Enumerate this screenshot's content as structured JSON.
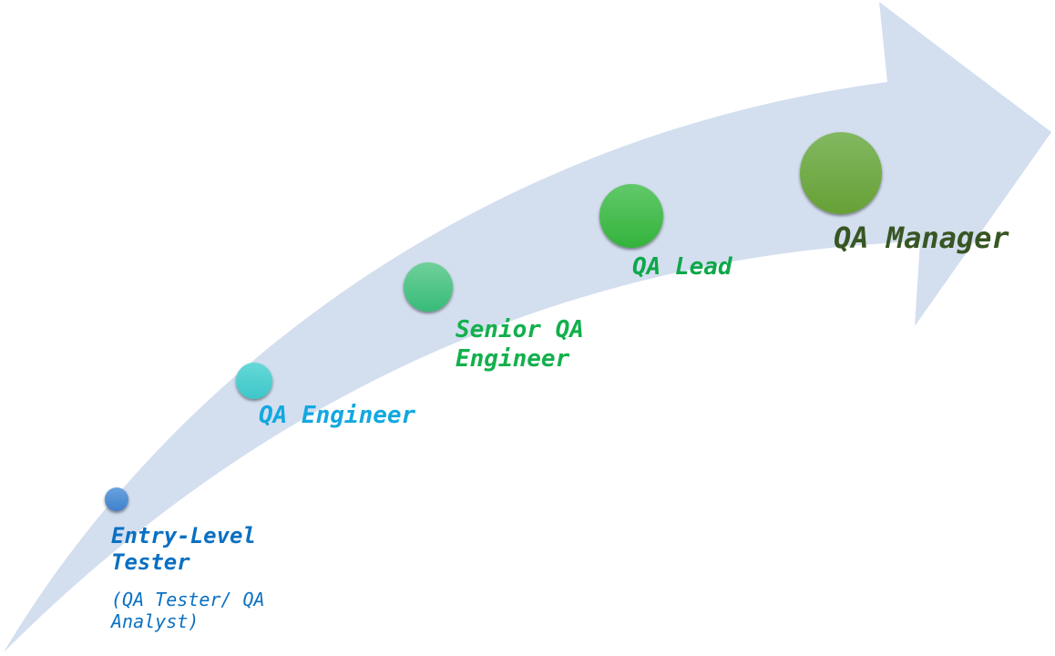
{
  "diagram": {
    "type": "career-path-arrow",
    "arrow_color": "#d3deef",
    "stages": [
      {
        "title": "Entry-Level Tester",
        "title_lines": "Entry-Level\nTester",
        "subtitle": "(QA Tester/ QA\nAnalyst)",
        "text_color": "#0a70c2",
        "dot_color_top": "#6aa3de",
        "dot_color_bottom": "#3f80cc"
      },
      {
        "title": "QA Engineer",
        "title_lines": "QA Engineer",
        "text_color": "#12a8e0",
        "dot_color_top": "#66d8d8",
        "dot_color_bottom": "#3dc6c8"
      },
      {
        "title": "Senior QA Engineer",
        "title_lines": "Senior QA\nEngineer",
        "text_color": "#12b04c",
        "dot_color_top": "#6fd09a",
        "dot_color_bottom": "#38bb78"
      },
      {
        "title": "QA Lead",
        "title_lines": "QA Lead",
        "text_color": "#0da84a",
        "dot_color_top": "#62c86a",
        "dot_color_bottom": "#33b33c"
      },
      {
        "title": "QA Manager",
        "title_lines": "QA Manager",
        "text_color": "#375623",
        "dot_color_top": "#82b860",
        "dot_color_bottom": "#66a036"
      }
    ]
  }
}
